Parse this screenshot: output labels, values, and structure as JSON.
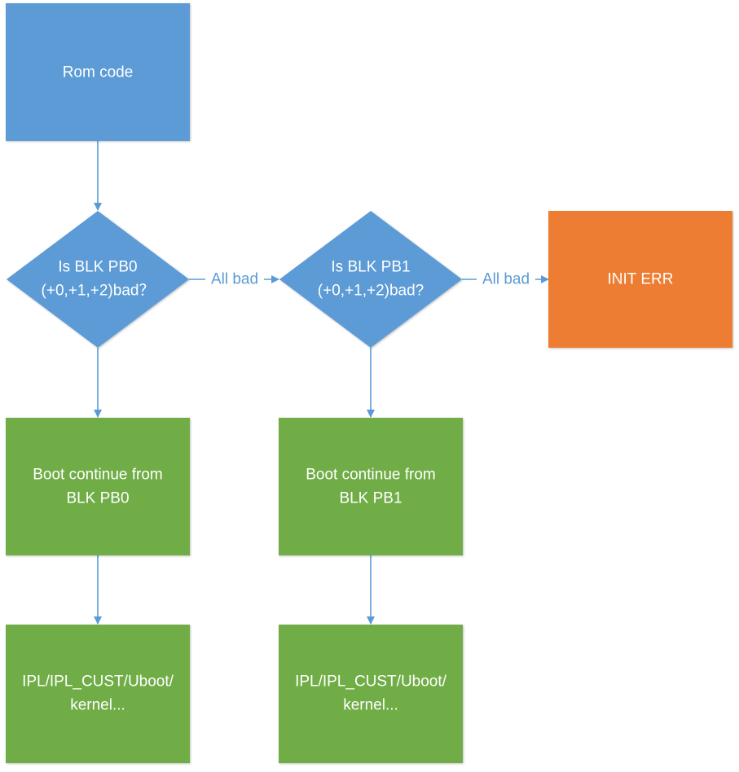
{
  "colors": {
    "start": "#5b9bd5",
    "decision": "#5b9bd5",
    "process": "#70ad47",
    "error": "#ed7d31",
    "connector": "#5b9bd5",
    "node_text": "#ffffff",
    "edge_label": "#5b9bd5"
  },
  "nodes": {
    "rom_code": {
      "label": "Rom code"
    },
    "decision_pb0": {
      "line1": "Is BLK PB0",
      "line2": "(+0,+1,+2)bad？"
    },
    "decision_pb1": {
      "line1": "Is BLK PB1",
      "line2": "(+0,+1,+2)bad?"
    },
    "init_err": {
      "label": "INIT ERR"
    },
    "boot_pb0": {
      "line1": "Boot continue from",
      "line2": "BLK PB0"
    },
    "boot_pb1": {
      "line1": "Boot continue from",
      "line2": "BLK PB1"
    },
    "ipl_pb0": {
      "line1": "IPL/IPL_CUST/Uboot/",
      "line2": "kernel..."
    },
    "ipl_pb1": {
      "line1": "IPL/IPL_CUST/Uboot/",
      "line2": "kernel..."
    }
  },
  "edges": {
    "pb0_to_pb1_label": "All bad",
    "pb1_to_err_label": "All bad"
  }
}
